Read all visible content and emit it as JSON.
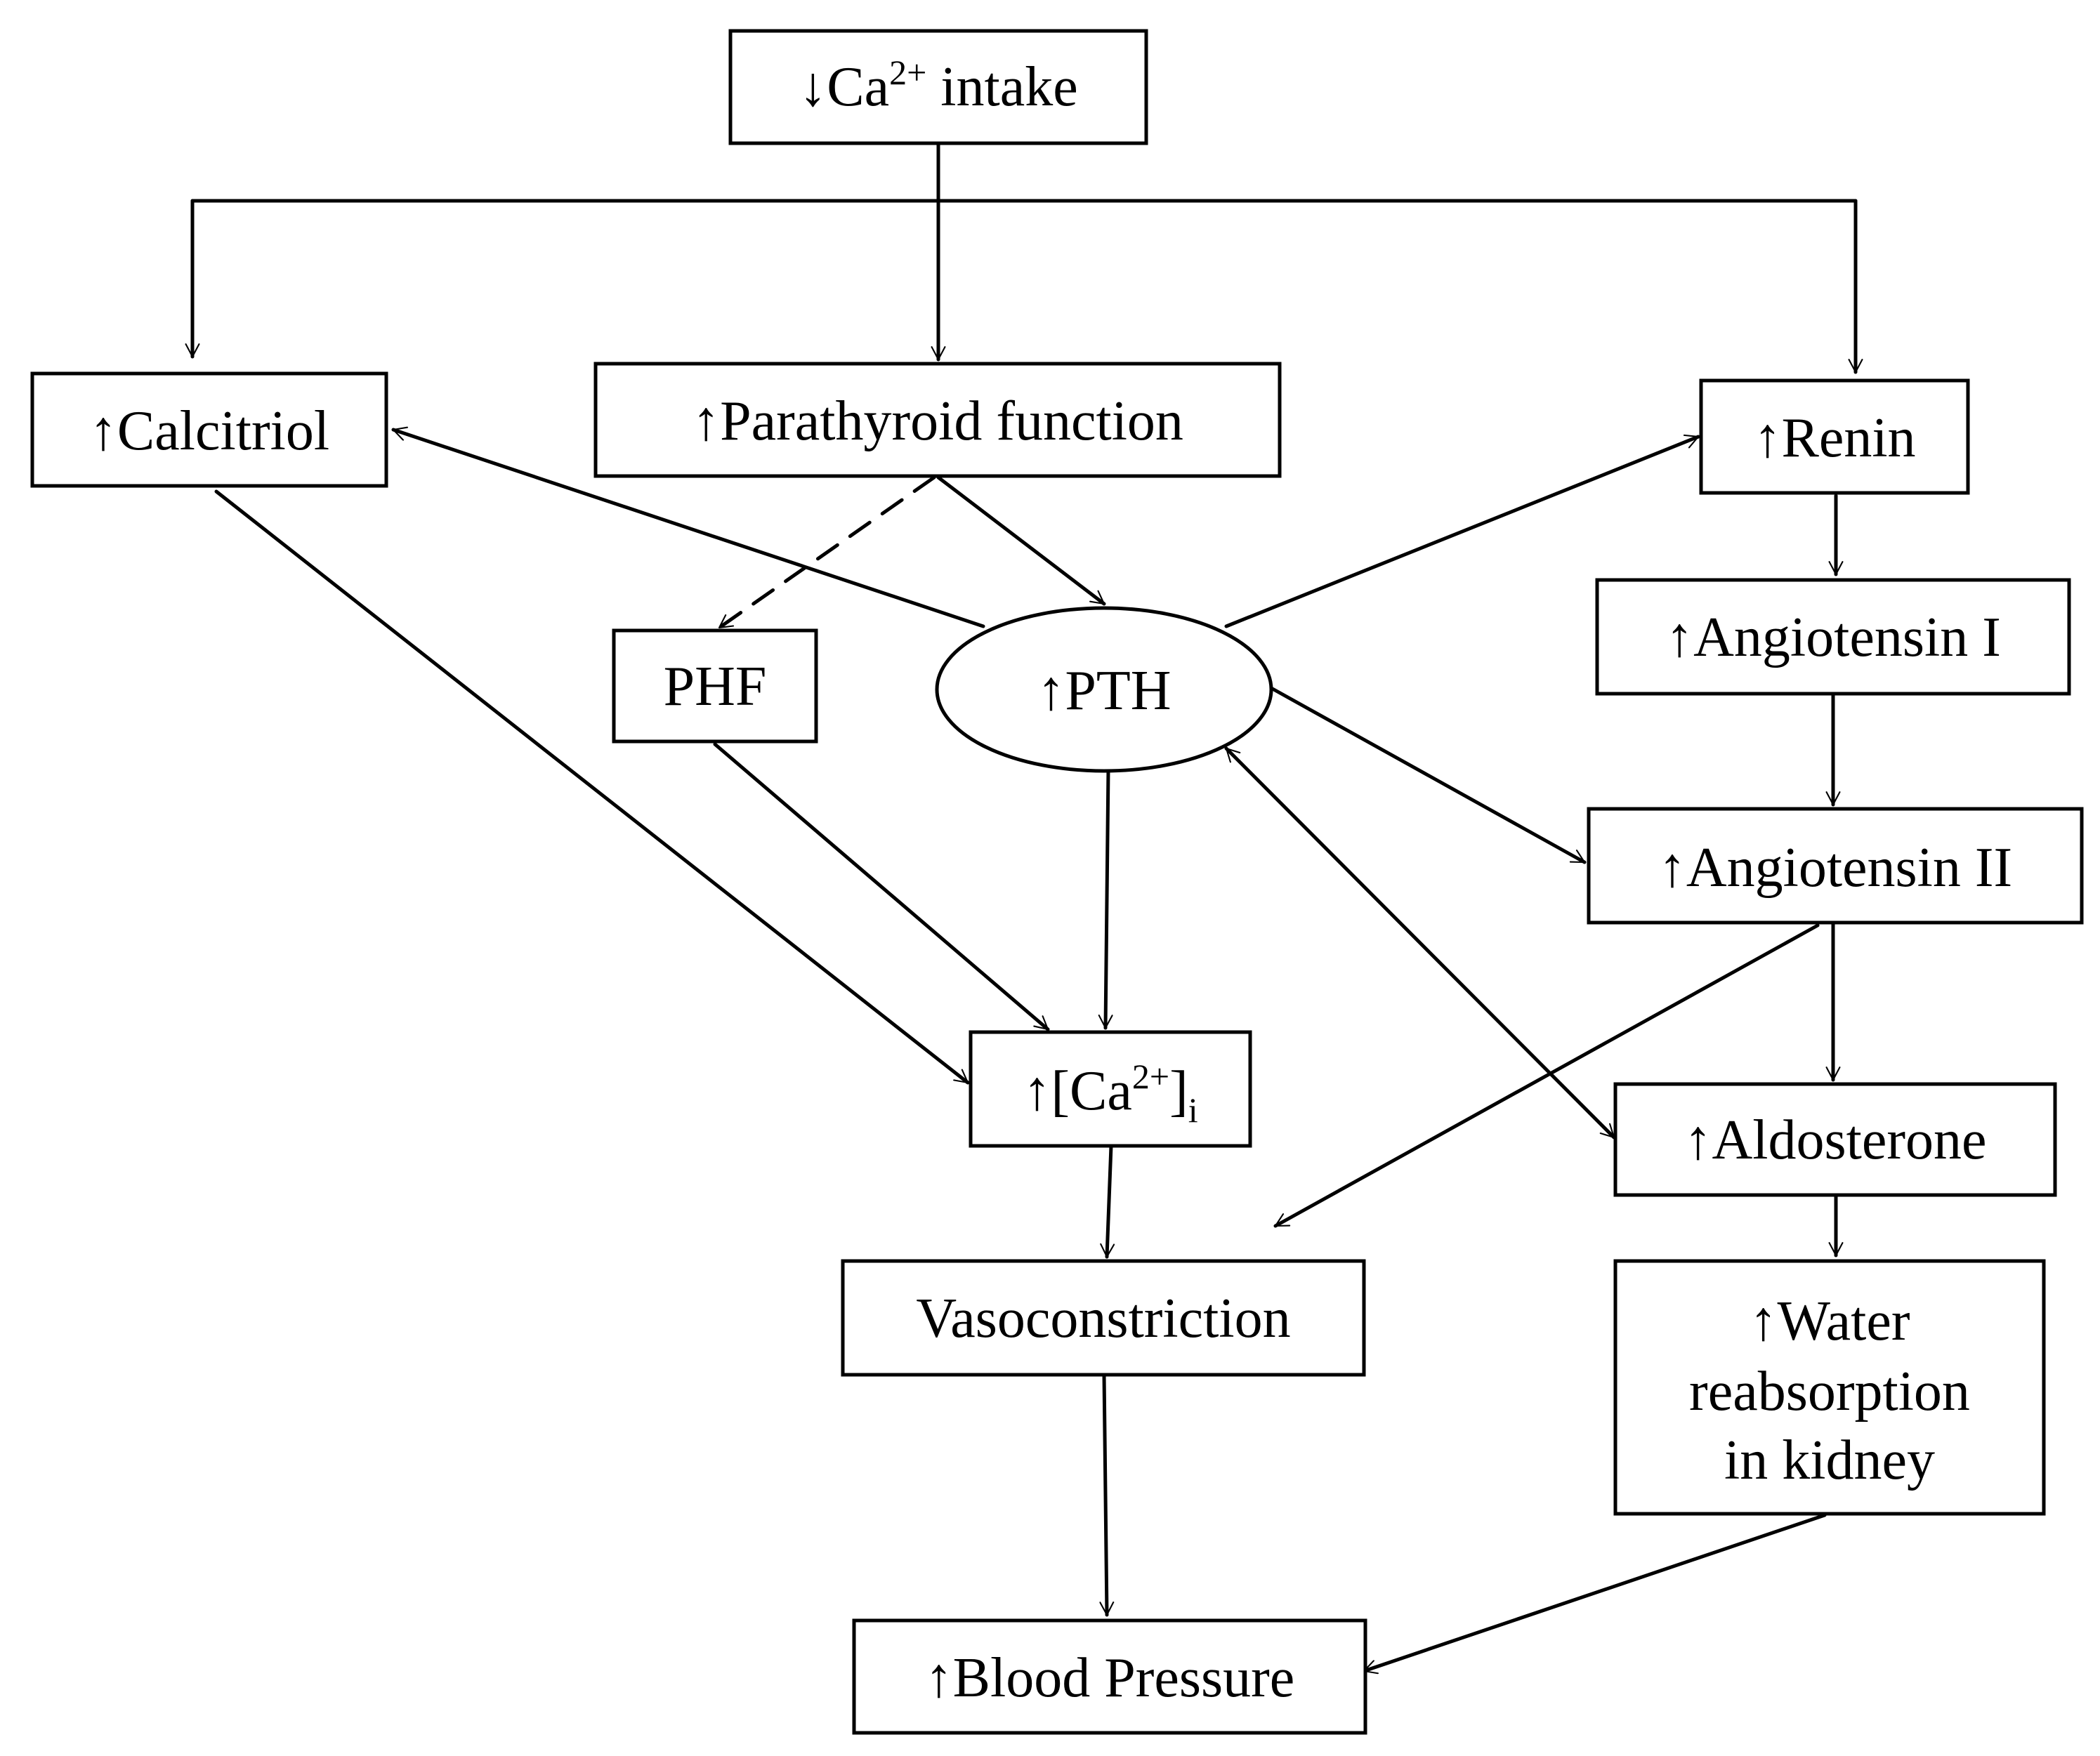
{
  "nodes": {
    "ca_intake": {
      "prefix": "↓Ca",
      "sup": "2+",
      "suffix": " intake"
    },
    "calcitriol": {
      "label": "↑Calcitriol"
    },
    "parathyroid": {
      "label": "↑Parathyroid function"
    },
    "renin": {
      "label": "↑Renin"
    },
    "phf": {
      "label": "PHF"
    },
    "pth": {
      "label": "↑PTH"
    },
    "ang1": {
      "label": "↑Angiotensin I"
    },
    "ang2": {
      "label": "↑Angiotensin II"
    },
    "ca_i": {
      "prefix": "↑[Ca",
      "sup": "2+",
      "mid": "]",
      "sub": "i"
    },
    "aldosterone": {
      "label": "↑Aldosterone"
    },
    "vaso": {
      "label": "Vasoconstriction"
    },
    "water": {
      "line1": "↑Water",
      "line2": "reabsorption",
      "line3": "in kidney"
    },
    "bp": {
      "label": "↑Blood Pressure"
    }
  },
  "edges": [
    {
      "from": "ca_intake",
      "to": "calcitriol",
      "style": "solid"
    },
    {
      "from": "ca_intake",
      "to": "parathyroid",
      "style": "solid"
    },
    {
      "from": "ca_intake",
      "to": "renin",
      "style": "solid"
    },
    {
      "from": "parathyroid",
      "to": "phf",
      "style": "dashed"
    },
    {
      "from": "parathyroid",
      "to": "pth",
      "style": "solid"
    },
    {
      "from": "pth",
      "to": "calcitriol",
      "style": "solid"
    },
    {
      "from": "pth",
      "to": "renin",
      "style": "solid"
    },
    {
      "from": "pth",
      "to": "ang2",
      "style": "solid"
    },
    {
      "from": "pth",
      "to": "aldosterone",
      "style": "solid",
      "bidirectional": true
    },
    {
      "from": "pth",
      "to": "ca_i",
      "style": "solid"
    },
    {
      "from": "calcitriol",
      "to": "ca_i",
      "style": "solid"
    },
    {
      "from": "phf",
      "to": "ca_i",
      "style": "solid"
    },
    {
      "from": "renin",
      "to": "ang1",
      "style": "solid"
    },
    {
      "from": "ang1",
      "to": "ang2",
      "style": "solid"
    },
    {
      "from": "ang2",
      "to": "aldosterone",
      "style": "solid"
    },
    {
      "from": "ang2",
      "to": "vaso",
      "style": "solid"
    },
    {
      "from": "ca_i",
      "to": "vaso",
      "style": "solid"
    },
    {
      "from": "aldosterone",
      "to": "water",
      "style": "solid"
    },
    {
      "from": "vaso",
      "to": "bp",
      "style": "solid"
    },
    {
      "from": "water",
      "to": "bp",
      "style": "solid"
    }
  ]
}
